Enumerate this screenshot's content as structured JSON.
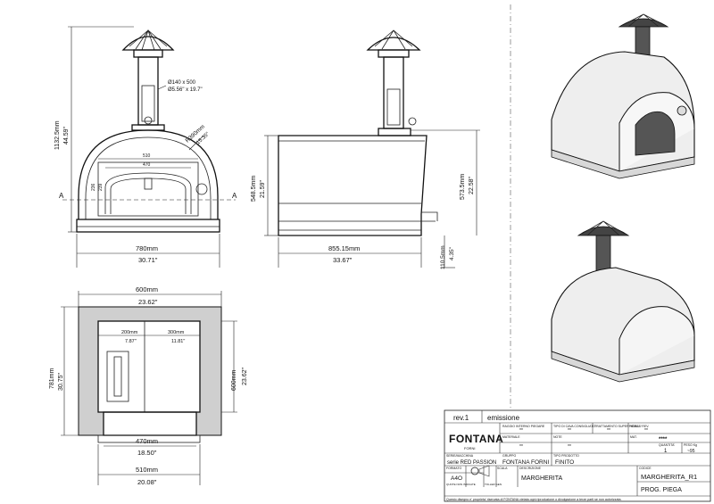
{
  "front": {
    "chimney": "Ø140 x 500",
    "chimney_in": "Ø5.56\" x 19.7\"",
    "height": "1132.5mm",
    "height_in": "44.59\"",
    "radius": "R390mm",
    "radius_in": "15.35\"",
    "inner_w1": "510",
    "inner_w2": "470",
    "inner_h1": "236",
    "inner_h2": "239",
    "section_left": "A",
    "section_right": "A",
    "width": "780mm",
    "width_in": "30.71\""
  },
  "side": {
    "height": "548.5mm",
    "height_in": "21.59\"",
    "height2": "573.5mm",
    "height2_in": "22.58\"",
    "length": "855.15mm",
    "length_in": "33.67\"",
    "foot": "110.5mm",
    "foot_in": "4.35\""
  },
  "plan": {
    "width": "600mm",
    "width_in": "23.62\"",
    "depth": "781mm",
    "depth_in": "30.75\"",
    "right_h": "600mm",
    "right_h_in": "23.62\"",
    "w200": "200mm",
    "w200_in": "7.87\"",
    "w300": "300mm",
    "w300_in": "11.81\"",
    "mouth": "470mm",
    "mouth_in": "18.50\"",
    "base": "510mm",
    "base_in": "20.08\""
  },
  "title_block": {
    "rev": "rev.1",
    "emission": "emissione",
    "logo": "FONTANA",
    "logo_sub": "FORNI",
    "h_raggio": "RAGGIO INTERNO PIEGARE",
    "h_tipo": "TIPO DI CAVA CONSIGLIATO",
    "h_tratt": "TRATTAMENTO SUPERFICIALE",
    "h_vers": "VERS. / REV.",
    "v_raggio": "**",
    "v_tipo": "**",
    "v_tratt": "**",
    "v_vers": "**",
    "h_materiale": "MATERIALE",
    "h_note": "NOTE",
    "h_mat2": "MAT.",
    "v_materiale": "**",
    "v_note": "**",
    "v_mat2": "****",
    "h_quantita": "QUANTITA'",
    "h_peso": "PESO Kg",
    "v_quantita": "1",
    "v_peso": "~95",
    "h_serie": "SERIE/MACCHINA",
    "h_gruppo": "GRUPPO",
    "h_tipo_prod": "TIPO PRODOTTO",
    "v_serie": "serie RED PASSION",
    "v_gruppo": "FONTANA FORNI",
    "v_tipo_prod": "FINITO",
    "h_formato": "FORMATO",
    "h_quote": "QUOTE NON INDICATE",
    "h_toller": "TOLLER GEN.",
    "h_scala": "SCALA",
    "h_descr": "DESCRIZIONE",
    "h_codice": "CODICE",
    "v_formato": "A4O",
    "v_descr": "MARGHERITA",
    "v_codice": "MARGHERITA_R1",
    "v_prog": "PROG. PIEGA",
    "footer": "Questo disegno e' proprieta' riservata di FONTANA vietata ogni riproduzione o divulgazione a terze parti se non autorizzata."
  }
}
